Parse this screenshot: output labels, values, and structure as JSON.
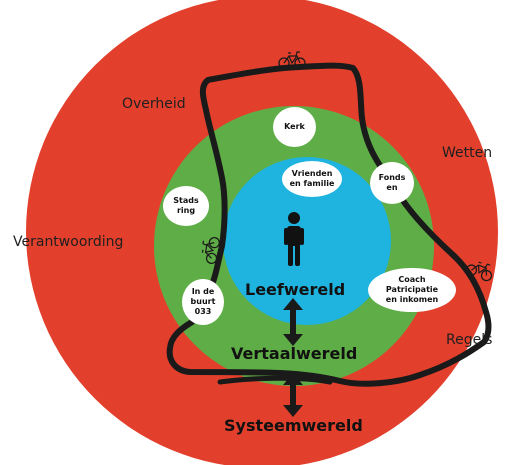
{
  "colors": {
    "outer_ring": "#e2402c",
    "middle_ring": "#5fad46",
    "inner_circle": "#1fb3df",
    "route_line": "#1a1a1a",
    "bubble": "#ffffff"
  },
  "outer_labels": {
    "overheid": "Overheid",
    "wetten": "Wetten",
    "verantwoording": "Verantwoording",
    "regels": "Regels"
  },
  "worlds": {
    "leefwereld": "Leefwereld",
    "vertaalwereld": "Vertaalwereld",
    "systeemwereld": "Systeemwereld"
  },
  "bubbles": {
    "kerk": "Kerk",
    "vrienden": "Vrienden\nen familie",
    "fondsen": "Fonds\nen",
    "stadsring": "Stads\nring",
    "buurt": "In de\nbuurt\n033",
    "coach": "Coach\nPatricipatie\nen inkomen"
  },
  "icons": [
    "person-icon",
    "bicycle-icon",
    "double-arrow-icon"
  ]
}
